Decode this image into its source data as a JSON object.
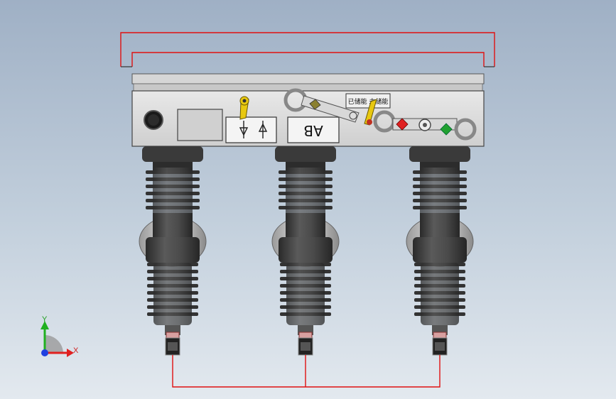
{
  "panel": {
    "phase_label": "AB",
    "status_plate_text": "已储能 未储能",
    "indicator_plate_text": "A A"
  },
  "triad": {
    "x_label": "X",
    "y_label": "Y"
  },
  "colors": {
    "background_top": "#9fb0c5",
    "background_bottom": "#e3e9ef",
    "housing": "#dcdcdc",
    "insulator": "#3d3d3d",
    "wire": "#e01010",
    "closed_marker": "#e02020",
    "open_marker": "#20a030",
    "lever": "#e8c810",
    "axis_x": "#e02020",
    "axis_y": "#20b020",
    "axis_z": "#2040e0"
  },
  "icons": [
    "triad-axis-icon",
    "operating-handle-icon",
    "arrow-up-icon",
    "arrow-down-icon"
  ]
}
